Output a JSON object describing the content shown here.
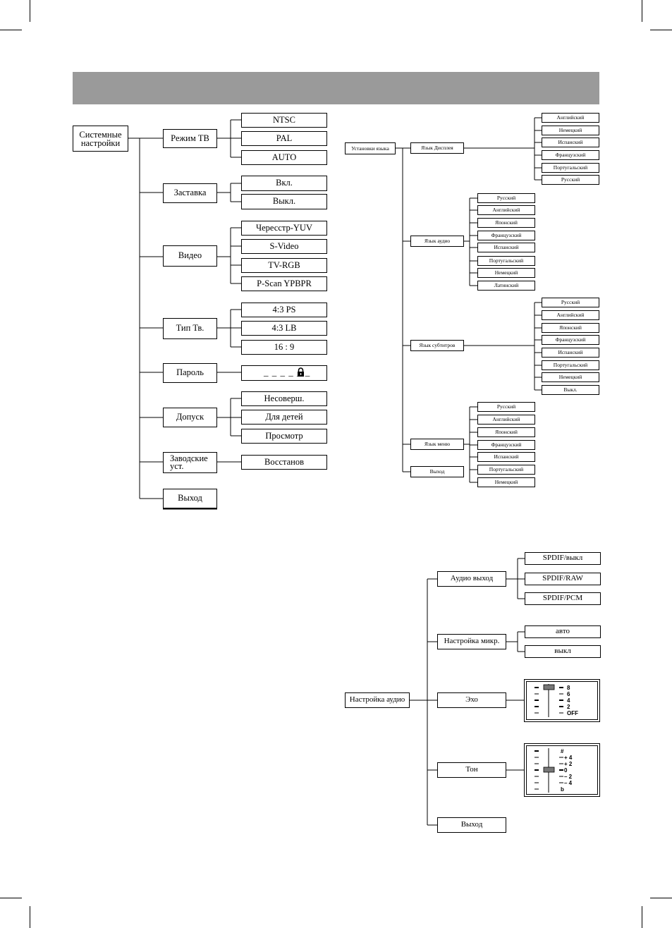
{
  "header_band": "",
  "system": {
    "root": "Системные настройки",
    "tv_mode": {
      "label": "Режим ТВ",
      "options": [
        "NTSC",
        "PAL",
        "AUTO"
      ]
    },
    "screensaver": {
      "label": "Заставка",
      "options": [
        "Вкл.",
        "Выкл."
      ]
    },
    "video": {
      "label": "Видео",
      "options": [
        "Чересстр-YUV",
        "S-Video",
        "TV-RGB",
        "P-Scan YPBPR"
      ]
    },
    "tv_type": {
      "label": "Тип Тв.",
      "options": [
        "4:3 PS",
        "4:3 LB",
        "16 : 9"
      ]
    },
    "password": {
      "label": "Пароль",
      "value": "_ _ _ _ _ _"
    },
    "rating": {
      "label": "Допуск",
      "options": [
        "Несоверш.",
        "Для детей",
        "Просмотр"
      ]
    },
    "factory": {
      "label": "Заводские уст.",
      "options": [
        "Восстанов"
      ]
    },
    "exit": "Выход"
  },
  "language": {
    "root": "Установки языка",
    "display": {
      "label": "Язык Дисплея",
      "options": [
        "Английский",
        "Немецкий",
        "Испанский",
        "Французский",
        "Португальский",
        "Русский"
      ]
    },
    "audio": {
      "label": "Язык аудио",
      "options": [
        "Русский",
        "Английский",
        "Японский",
        "Французский",
        "Испанский",
        "Португальский",
        "Немецкий",
        "Латинский"
      ]
    },
    "subtitle": {
      "label": "Язык субтитров",
      "options": [
        "Русский",
        "Английский",
        "Японский",
        "Французский",
        "Испанский",
        "Португальский",
        "Немецкий",
        "Выкл."
      ]
    },
    "menu": {
      "label": "Язык меню",
      "options": [
        "Русский",
        "Английский",
        "Японский",
        "Французский",
        "Испанский",
        "Португальский",
        "Немецкий"
      ]
    },
    "exit": "Выход"
  },
  "audio": {
    "root": "Настройка аудио",
    "output": {
      "label": "Аудио выход",
      "options": [
        "SPDIF/выкл",
        "SPDIF/RAW",
        "SPDIF/PCM"
      ]
    },
    "mic": {
      "label": "Настройка микр.",
      "options": [
        "авто",
        "выкл"
      ]
    },
    "echo": {
      "label": "Эхо",
      "levels": [
        "8",
        "6",
        "4",
        "2",
        "OFF"
      ]
    },
    "tone": {
      "label": "Тон",
      "levels": [
        "#",
        "+ 4",
        "+ 2",
        "0",
        "– 2",
        "– 4",
        "b"
      ]
    },
    "exit": "Выход"
  }
}
